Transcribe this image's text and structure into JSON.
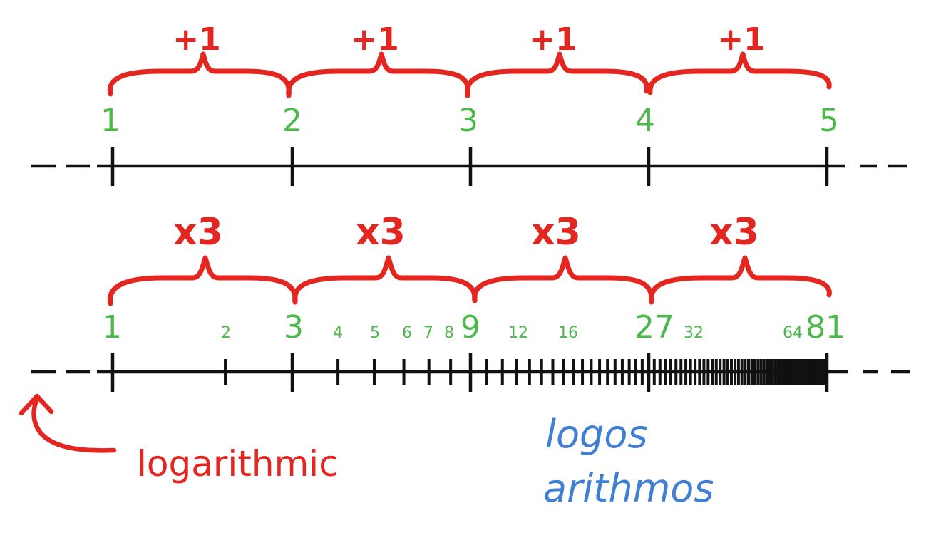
{
  "linear_scale": {
    "labels": [
      "1",
      "2",
      "3",
      "4",
      "5"
    ],
    "step_label": "+1",
    "step_labels": [
      "+1",
      "+1",
      "+1",
      "+1"
    ]
  },
  "log_scale": {
    "major_labels": [
      "1",
      "3",
      "9",
      "27",
      "81"
    ],
    "minor_labels": [
      "2",
      "4",
      "5",
      "6",
      "7",
      "8",
      "12",
      "16",
      "32",
      "64"
    ],
    "step_labels": [
      "x3",
      "x3",
      "x3",
      "x3"
    ]
  },
  "annotations": {
    "pointer_word": "logarithmic",
    "origin_line1": "logos",
    "origin_line2": "arithmos"
  },
  "colors": {
    "brace": "#e3261f",
    "numbers": "#4cb84a",
    "axis": "#111111",
    "origin_text": "#3f7fd4"
  }
}
